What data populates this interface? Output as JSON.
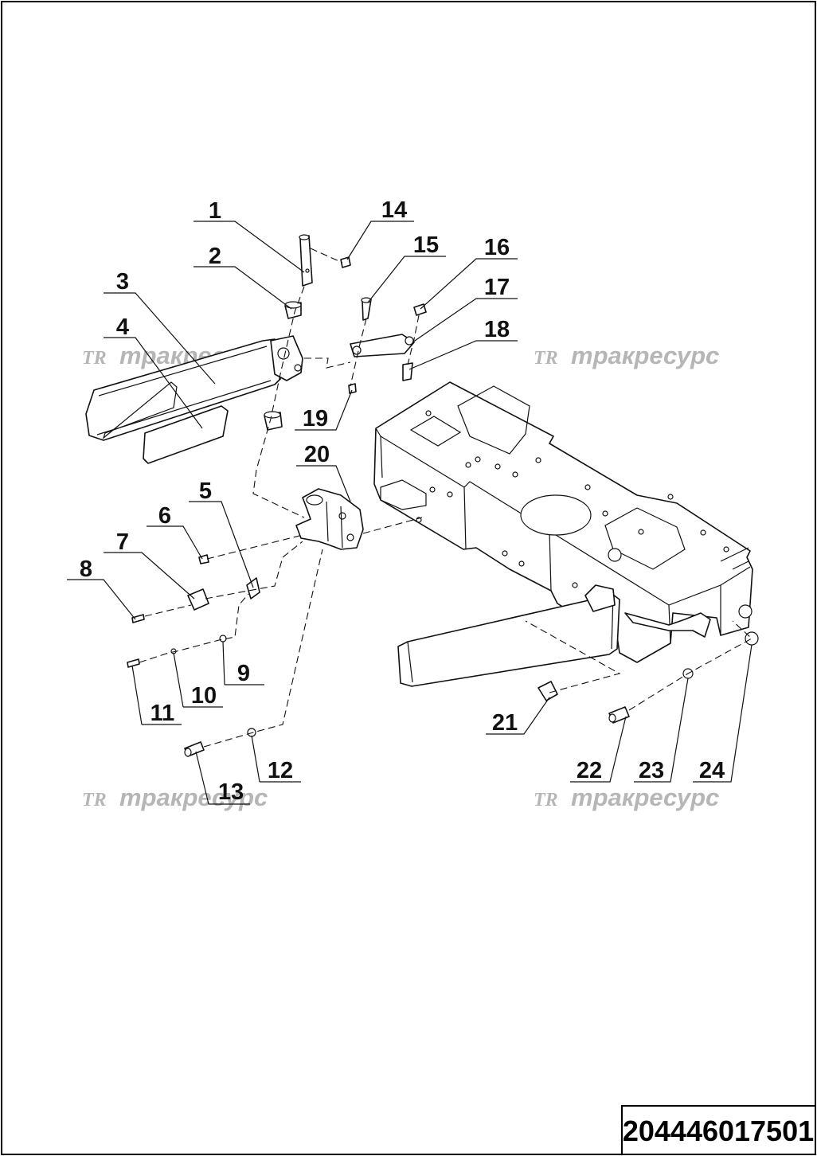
{
  "drawing": {
    "document_number": "204446017501",
    "watermark": {
      "logo": "TR",
      "text": "тракресурс"
    },
    "callouts": [
      {
        "id": "1",
        "text": "1"
      },
      {
        "id": "2",
        "text": "2"
      },
      {
        "id": "3",
        "text": "3"
      },
      {
        "id": "4",
        "text": "4"
      },
      {
        "id": "5",
        "text": "5"
      },
      {
        "id": "6",
        "text": "6"
      },
      {
        "id": "7",
        "text": "7"
      },
      {
        "id": "8",
        "text": "8"
      },
      {
        "id": "9",
        "text": "9"
      },
      {
        "id": "10",
        "text": "10"
      },
      {
        "id": "11",
        "text": "11"
      },
      {
        "id": "12",
        "text": "12"
      },
      {
        "id": "13",
        "text": "13"
      },
      {
        "id": "14",
        "text": "14"
      },
      {
        "id": "15",
        "text": "15"
      },
      {
        "id": "16",
        "text": "16"
      },
      {
        "id": "17",
        "text": "17"
      },
      {
        "id": "18",
        "text": "18"
      },
      {
        "id": "19",
        "text": "19"
      },
      {
        "id": "20",
        "text": "20"
      },
      {
        "id": "21",
        "text": "21"
      },
      {
        "id": "22",
        "text": "22"
      },
      {
        "id": "23",
        "text": "23"
      },
      {
        "id": "24",
        "text": "24"
      }
    ]
  }
}
